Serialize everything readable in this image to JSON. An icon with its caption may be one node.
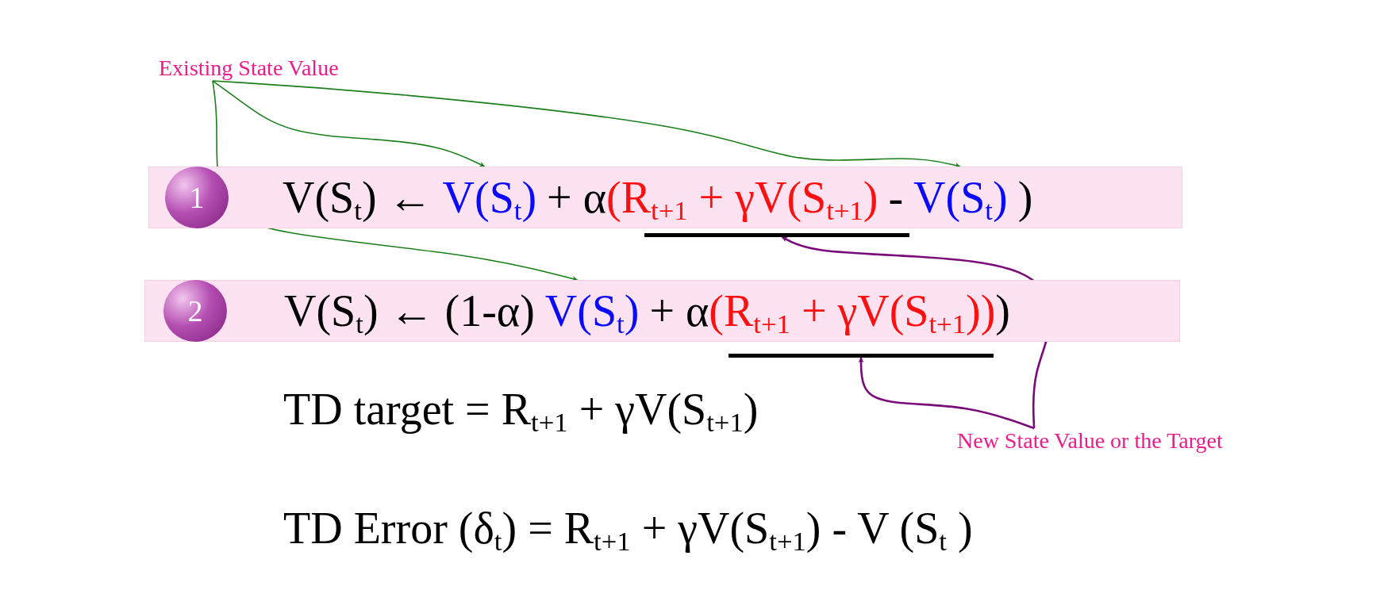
{
  "diagram": {
    "nodes": [
      {
        "text": [
          "Existing State Value"
        ]
      },
      {
        "text": [
          "V(S$_{t}$) ←",
          "V(S$_{t}$)",
          "+ α",
          "(R$_{t+1}$ + γV(S$_{t+1}$)",
          "-",
          "V(S$_{t}$)",
          ")"
        ]
      },
      {
        "text": [
          "1"
        ],
        "in": 1
      },
      {
        "text": [],
        "shape": "bar"
      },
      {
        "text": [
          "V(S$_{t}$) ←  (1-α)",
          "V(S$_{t}$)",
          "+ α",
          "(R$_{t+1}$ + γV(S$_{t+1}$))",
          ")"
        ]
      },
      {
        "text": [
          "2"
        ],
        "in": 4
      },
      {
        "text": [],
        "shape": "bar"
      },
      {
        "text": [
          "New State Value or the Target"
        ]
      }
    ],
    "edges": [
      {
        "from": 0,
        "to": 1,
        "arrow": "to"
      },
      {
        "from": 0,
        "to": 1,
        "arrow": "to"
      },
      {
        "from": 0,
        "to": 4,
        "arrow": "to"
      },
      {
        "from": 7,
        "to": 3,
        "arrow": "to",
        "color": "#7a0a7a"
      },
      {
        "from": 7,
        "to": 6,
        "arrow": "to",
        "color": "#7a0a7a"
      }
    ],
    "labels": [
      "TD target = R$_{t+1}$ + γV(S$_{t+1}$)",
      "TD Error (δ$_{t}$) = R$_{t+1}$ + γV(S$_{t+1}$) -  V (S$_{t}$ )"
    ]
  }
}
